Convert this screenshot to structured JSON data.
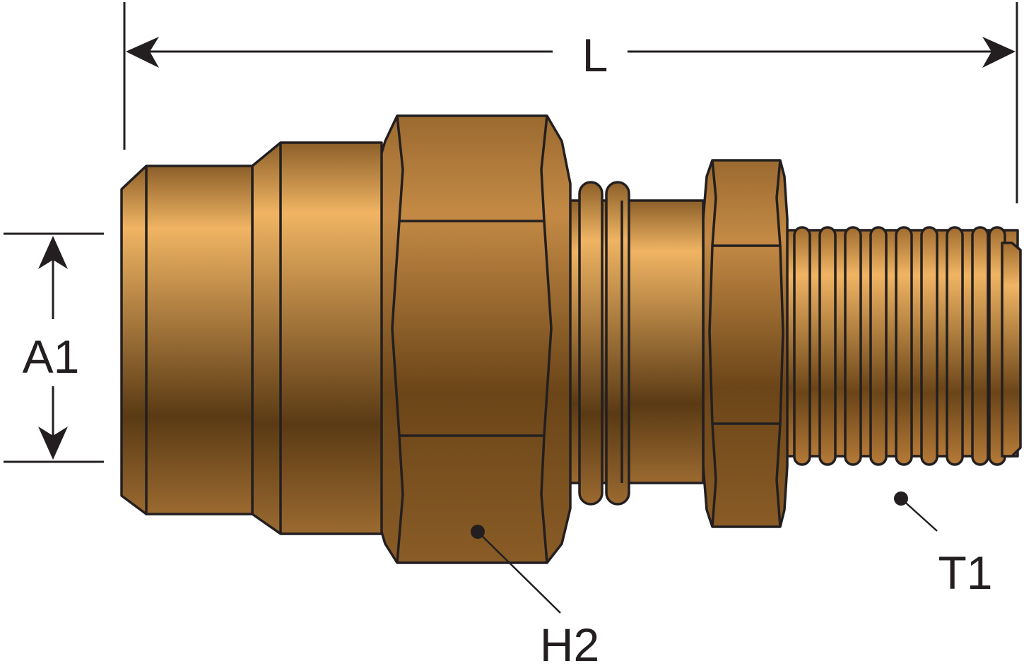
{
  "labels": {
    "length": "L",
    "tube_diameter": "A1",
    "nut_hex": "H2",
    "thread": "T1"
  },
  "colors": {
    "brass_light": "#f0b463",
    "brass_mid": "#c98d45",
    "brass_dark": "#5a3a14",
    "outline": "#231f20",
    "background": "#ffffff"
  }
}
